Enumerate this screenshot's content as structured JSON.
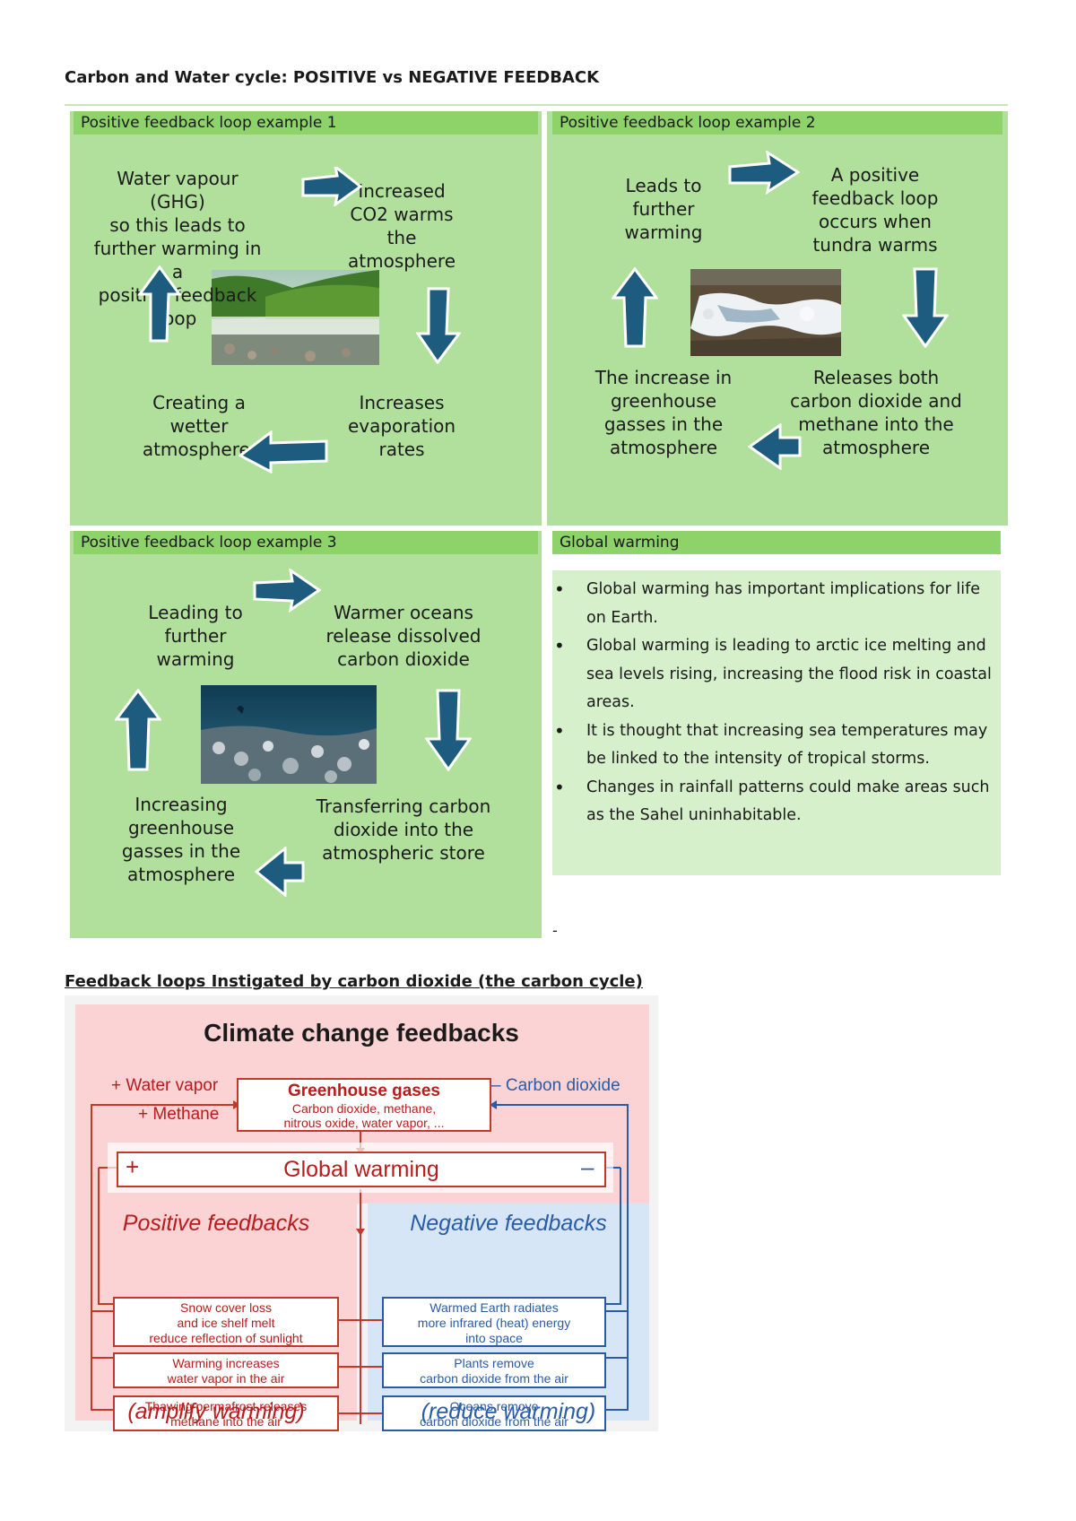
{
  "doc": {
    "title": "Carbon and Water cycle: POSITIVE vs NEGATIVE FEEDBACK"
  },
  "panels": {
    "ex1": {
      "heading": "Positive feedback loop example 1",
      "top_left": "Water vapour (GHG)\nso this leads to\nfurther warming in a\npositive feedback\nloop",
      "top_right": "Increased\nCO2 warms\nthe\natmosphere",
      "bottom_right": "Increases\nevaporation\nrates",
      "bottom_left": "Creating a\nwetter\natmosphere."
    },
    "ex2": {
      "heading": "Positive feedback loop example 2",
      "top_left": "Leads to\nfurther\nwarming",
      "top_right": "A positive\nfeedback loop\noccurs when\ntundra warms",
      "bottom_right": "Releases both\ncarbon dioxide and\nmethane into the\natmosphere",
      "bottom_left": "The increase in\ngreenhouse\ngasses in the\natmosphere"
    },
    "ex3": {
      "heading": "Positive feedback loop example 3",
      "top_left": "Leading to\nfurther\nwarming",
      "top_right": "Warmer oceans\nrelease dissolved\ncarbon dioxide",
      "bottom_right": "Transferring carbon\ndioxide into the\natmospheric store",
      "bottom_left": "Increasing\ngreenhouse\ngasses in the\natmosphere"
    },
    "gw": {
      "heading": "Global warming",
      "bullets": [
        "Global warming has important implications for life on Earth.",
        "Global warming is leading to arctic ice melting and sea levels rising, increasing the flood risk in coastal areas.",
        "It is thought that increasing sea temperatures may be linked to the intensity of tropical storms.",
        "Changes in rainfall patterns could make areas such as the Sahel uninhabitable."
      ],
      "trailing_dash": "-"
    }
  },
  "section2": {
    "title": "Feedback loops Instigated by carbon dioxide (the carbon cycle)"
  },
  "diagram": {
    "title": "Climate change feedbacks",
    "plus_water": "+ Water vapor",
    "plus_methane": "+ Methane",
    "minus_co2": "– Carbon dioxide",
    "ghg_title": "Greenhouse gases",
    "ghg_sub": "Carbon dioxide, methane,\nnitrous oxide, water vapor, ...",
    "gw_label": "Global warming",
    "gw_plus": "+",
    "gw_minus": "–",
    "pos_title": "Positive feedbacks",
    "neg_title": "Negative feedbacks",
    "pos_items": [
      "Snow cover loss\nand ice shelf melt\nreduce reflection of sunlight",
      "Warming increases\nwater vapor in the air",
      "Thawing permafrost releases\nmethane into the air"
    ],
    "neg_items": [
      "Warmed Earth radiates\nmore infrared (heat) energy\ninto space",
      "Plants remove\ncarbon dioxide from the air",
      "Oceans remove\ncarbon dioxide from the air"
    ],
    "pos_foot": "(amplify warming)",
    "neg_foot": "(reduce warming)",
    "colors": {
      "red": "#b91c1c",
      "blue": "#2a5ca5",
      "pink_bg": "#fbd3d5",
      "blue_bg": "#d6e6f7"
    }
  }
}
